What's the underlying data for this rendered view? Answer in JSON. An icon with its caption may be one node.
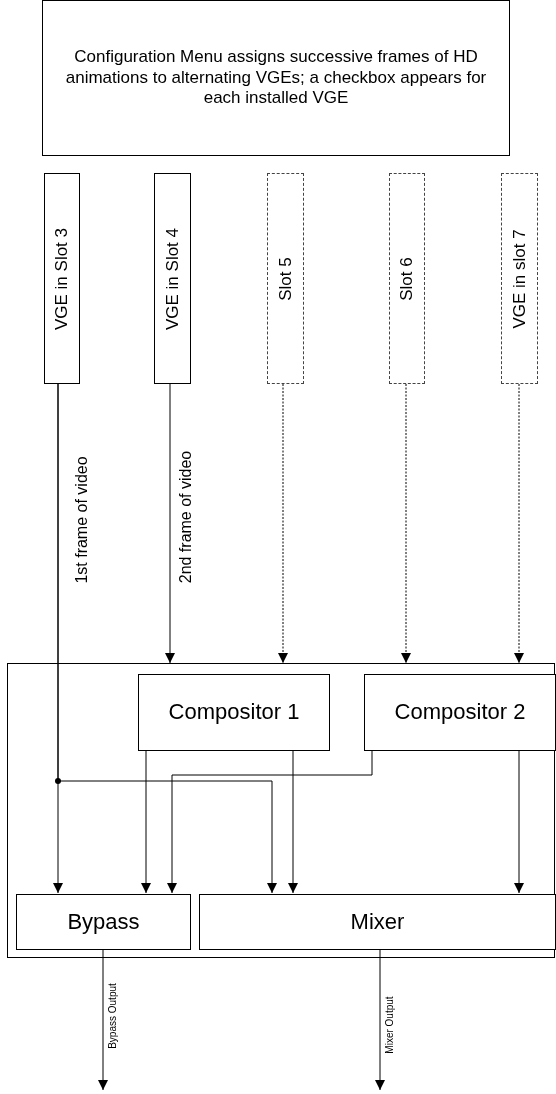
{
  "diagram": {
    "nodes": [
      {
        "text": [
          "Configuration Menu assigns successive frames of HD animations to alternating VGEs; a checkbox appears for each installed VGE"
        ]
      },
      {
        "text": [
          "VGE in Slot 3"
        ]
      },
      {
        "text": [
          "VGE in Slot 4"
        ]
      },
      {
        "text": [
          "Slot 5"
        ]
      },
      {
        "text": [
          "Slot 6"
        ]
      },
      {
        "text": [
          "VGE in slot 7"
        ]
      },
      {
        "text": [],
        "shape": "box"
      },
      {
        "text": [
          "Compositor 1"
        ],
        "in": 6
      },
      {
        "text": [
          "Compositor 2"
        ],
        "in": 6
      },
      {
        "text": [
          "Bypass"
        ],
        "in": 6
      },
      {
        "text": [
          "Mixer"
        ],
        "in": 6
      }
    ],
    "edges": [
      {
        "from": 1,
        "to": 9,
        "arrow": "to",
        "label": "1st frame of video"
      },
      {
        "from": 1,
        "to": 10,
        "arrow": "to"
      },
      {
        "from": 2,
        "to": 6,
        "arrow": "to",
        "label": "2nd frame of video"
      },
      {
        "from": 3,
        "to": 6,
        "arrow": "to",
        "style": "dashed"
      },
      {
        "from": 4,
        "to": 6,
        "arrow": "to",
        "style": "dashed"
      },
      {
        "from": 5,
        "to": 6,
        "arrow": "to",
        "style": "dashed"
      },
      {
        "from": 7,
        "to": 9,
        "arrow": "to"
      },
      {
        "from": 7,
        "to": 10,
        "arrow": "to"
      },
      {
        "from": 8,
        "to": 9,
        "arrow": "to"
      },
      {
        "from": 8,
        "to": 10,
        "arrow": "to"
      },
      {
        "from": 9,
        "to": null,
        "arrow": "to",
        "label": "Bypass Output"
      },
      {
        "from": 10,
        "to": null,
        "arrow": "to",
        "label": "Mixer Output"
      }
    ]
  }
}
